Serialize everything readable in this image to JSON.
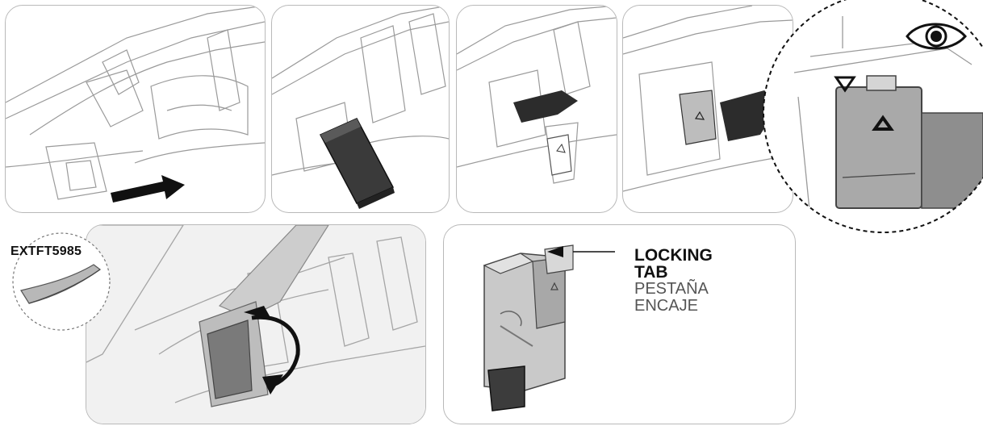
{
  "part_number": "EXTFT5985",
  "callout": {
    "en_line1": "LOCKING",
    "en_line2": "TAB",
    "es_line1": "PESTAÑA",
    "es_line2": "ENCAJE"
  },
  "icons": [
    "eye-icon",
    "arrow-right-icon",
    "curved-arrow-icon",
    "triangle-down-icon",
    "triangle-up-icon",
    "arrow-left-icon"
  ],
  "colors": {
    "outline": "#8a8a8a",
    "line": "#cfcfcf",
    "part": "#3a3a3a",
    "arrow": "#111111",
    "tab": "#a9a9a9"
  }
}
